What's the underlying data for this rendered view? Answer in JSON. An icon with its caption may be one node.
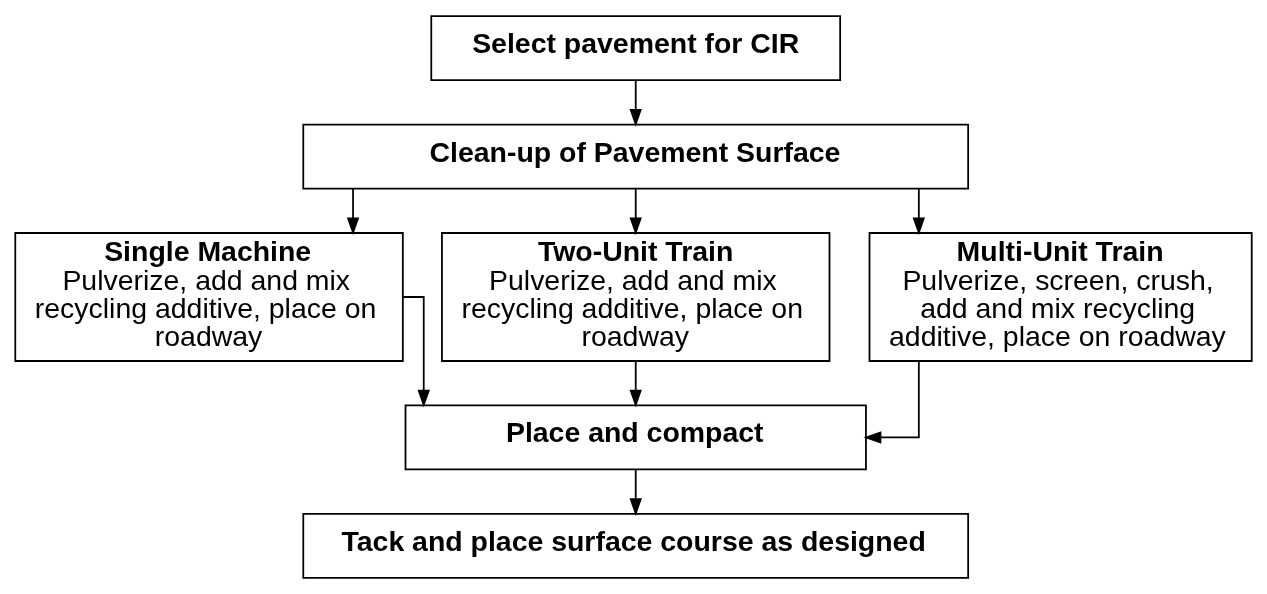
{
  "diagram": {
    "nodes": [
      {
        "text": [
          "Select pavement for CIR"
        ]
      },
      {
        "text": [
          "Clean-up of Pavement Surface"
        ]
      },
      {
        "text": [
          "Single Machine",
          "Pulverize, add and mix recycling additive, place on roadway"
        ]
      },
      {
        "text": [
          "Two-Unit Train",
          "Pulverize, add and mix recycling additive, place on roadway"
        ]
      },
      {
        "text": [
          "Multi-Unit Train",
          "Pulverize, screen, crush, add and mix recycling additive, place on roadway"
        ]
      },
      {
        "text": [
          "Place and compact"
        ]
      },
      {
        "text": [
          "Tack and place surface course as designed"
        ]
      }
    ],
    "edges": [
      {
        "from": 0,
        "to": 1,
        "arrow": "to"
      },
      {
        "from": 1,
        "to": 2,
        "arrow": "to"
      },
      {
        "from": 1,
        "to": 3,
        "arrow": "to"
      },
      {
        "from": 1,
        "to": 4,
        "arrow": "to"
      },
      {
        "from": 2,
        "to": 5,
        "arrow": "to"
      },
      {
        "from": 3,
        "to": 5,
        "arrow": "to"
      },
      {
        "from": 4,
        "to": 5,
        "arrow": "to"
      },
      {
        "from": 5,
        "to": 6,
        "arrow": "to"
      }
    ]
  }
}
